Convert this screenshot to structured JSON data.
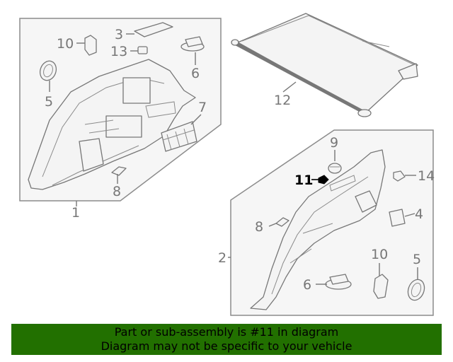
{
  "diagram": {
    "highlighted_part": "11",
    "callouts": {
      "c1": "1",
      "c2": "2",
      "c3": "3",
      "c4": "4",
      "c5a": "5",
      "c5b": "5",
      "c6a": "6",
      "c6b": "6",
      "c7": "7",
      "c8a": "8",
      "c8b": "8",
      "c9": "9",
      "c10a": "10",
      "c10b": "10",
      "c11": "11",
      "c12": "12",
      "c13": "13",
      "c14": "14"
    }
  },
  "banner": {
    "line1": "Part or sub-assembly is #11 in diagram",
    "line2": "Diagram may not be specific to your vehicle"
  },
  "colors": {
    "banner": "#227000",
    "linework": "#777777",
    "highlight": "#000000"
  }
}
